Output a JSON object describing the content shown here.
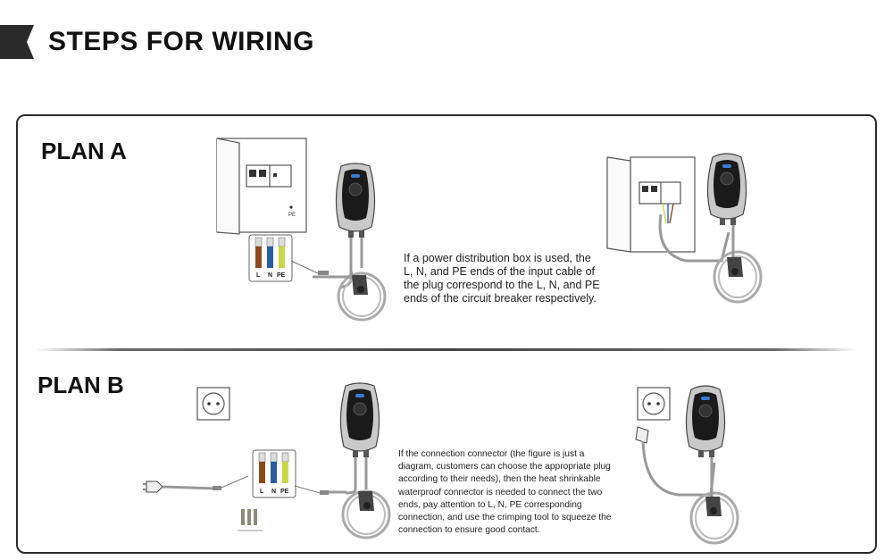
{
  "header": {
    "title": "STEPS FOR WIRING"
  },
  "plan_a": {
    "title": "PLAN A",
    "description": "If a power distribution box is used, the L, N, and PE ends of the input cable of the plug correspond to the L, N, and PE ends of the circuit breaker respectively.",
    "wire_labels": [
      "L",
      "N",
      "PE"
    ],
    "box_label": "PE"
  },
  "plan_b": {
    "title": "PLAN B",
    "description": "If the connection connector (the figure is just a diagram, customers can choose the appropriate plug according to their needs), then the heat shrinkable waterproof connector is needed to connect the two ends, pay attention to L, N, PE corresponding connection, and use the crimping tool to squeeze the connection to ensure good contact.",
    "wire_labels": [
      "L",
      "N",
      "PE"
    ]
  },
  "colors": {
    "wire_l": "#8a4a1f",
    "wire_n": "#2a5da8",
    "wire_pe": "#c8d84a",
    "charger_body": "#c9c9c9",
    "charger_face": "#1a1a1a",
    "led": "#3a7bd5"
  }
}
